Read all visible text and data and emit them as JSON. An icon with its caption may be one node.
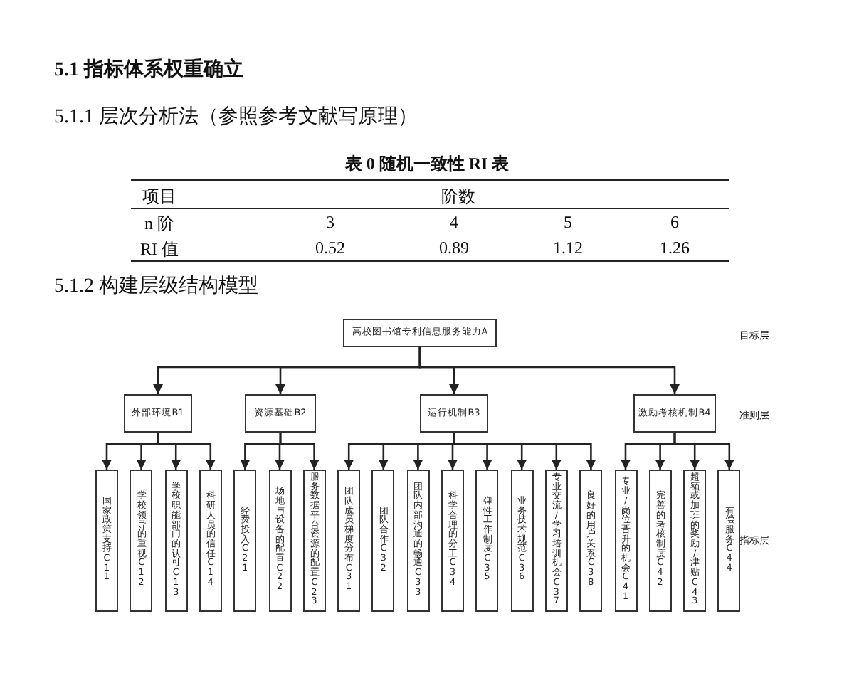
{
  "diagram": {
    "title": "5.1 指标体系权重确立",
    "nodes": [
      {
        "text": [
          "高校图书馆专利信息服务能力A"
        ]
      },
      {
        "text": [
          "外部环境B1"
        ]
      },
      {
        "text": [
          "资源基础B2"
        ]
      },
      {
        "text": [
          "运行机制B3"
        ]
      },
      {
        "text": [
          "激励考核机制B4"
        ]
      },
      {
        "text": [
          "国家政策支持C11"
        ]
      },
      {
        "text": [
          "学校领导的重视C12"
        ]
      },
      {
        "text": [
          "学校职能部门的认可C13"
        ]
      },
      {
        "text": [
          "科研人员的信任C14"
        ]
      },
      {
        "text": [
          "经费投入C21"
        ]
      },
      {
        "text": [
          "场地与设备的配置C22"
        ]
      },
      {
        "text": [
          "服务数据平台资源的配置C23"
        ]
      },
      {
        "text": [
          "团队成员梯度分布C31"
        ]
      },
      {
        "text": [
          "团队合作C32"
        ]
      },
      {
        "text": [
          "团队内部沟通的畅通C33"
        ]
      },
      {
        "text": [
          "科学合理的分工C34"
        ]
      },
      {
        "text": [
          "弹性工作制度C35"
        ]
      },
      {
        "text": [
          "业务技术规范C36"
        ]
      },
      {
        "text": [
          "专业交流/学习培训机会C37"
        ]
      },
      {
        "text": [
          "良好的用户关系C38"
        ]
      },
      {
        "text": [
          "专业/岗位晋升的机会C41"
        ]
      },
      {
        "text": [
          "完善的考核制度C42"
        ]
      },
      {
        "text": [
          "超额或加班的奖励/津贴C43"
        ]
      },
      {
        "text": [
          "有偿服务C44"
        ]
      }
    ],
    "edges": [
      {
        "from": 0,
        "to": 1,
        "arrow": "to"
      },
      {
        "from": 0,
        "to": 2,
        "arrow": "to"
      },
      {
        "from": 0,
        "to": 3,
        "arrow": "to"
      },
      {
        "from": 0,
        "to": 4,
        "arrow": "to"
      },
      {
        "from": 1,
        "to": 5,
        "arrow": "to"
      },
      {
        "from": 1,
        "to": 6,
        "arrow": "to"
      },
      {
        "from": 1,
        "to": 7,
        "arrow": "to"
      },
      {
        "from": 1,
        "to": 8,
        "arrow": "to"
      },
      {
        "from": 2,
        "to": 9,
        "arrow": "to"
      },
      {
        "from": 2,
        "to": 10,
        "arrow": "to"
      },
      {
        "from": 2,
        "to": 11,
        "arrow": "to"
      },
      {
        "from": 3,
        "to": 12,
        "arrow": "to"
      },
      {
        "from": 3,
        "to": 13,
        "arrow": "to"
      },
      {
        "from": 3,
        "to": 14,
        "arrow": "to"
      },
      {
        "from": 3,
        "to": 15,
        "arrow": "to"
      },
      {
        "from": 3,
        "to": 16,
        "arrow": "to"
      },
      {
        "from": 3,
        "to": 17,
        "arrow": "to"
      },
      {
        "from": 3,
        "to": 18,
        "arrow": "to"
      },
      {
        "from": 3,
        "to": 19,
        "arrow": "to"
      },
      {
        "from": 4,
        "to": 20,
        "arrow": "to"
      },
      {
        "from": 4,
        "to": 21,
        "arrow": "to"
      },
      {
        "from": 4,
        "to": 22,
        "arrow": "to"
      },
      {
        "from": 4,
        "to": 23,
        "arrow": "to"
      }
    ],
    "labels": [
      "5.1.1 层次分析法（参照参考文献写原理）",
      "表 0 随机一致性 RI 表",
      "项目",
      "阶数",
      "n 阶",
      "3",
      "4",
      "5",
      "6",
      "RI 值",
      "0.52",
      "0.89",
      "1.12",
      "1.26",
      "5.1.2 构建层级结构模型",
      "目标层",
      "准则层",
      "指标层"
    ]
  }
}
